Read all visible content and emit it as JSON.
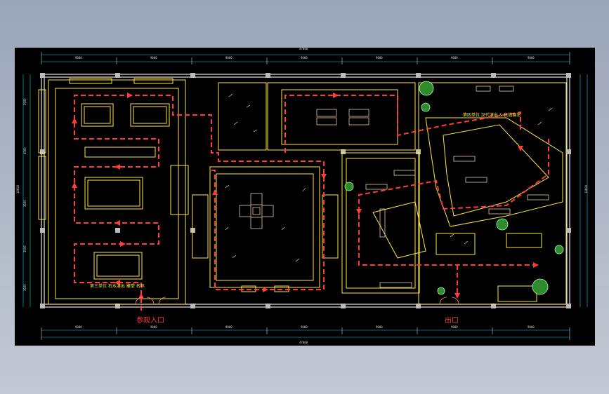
{
  "drawing": {
    "entrance_label": "参观入口",
    "exit_label": "出口",
    "zone_label_left": "第三单位 石水演出 雕塑 名称",
    "zone_label_right": "第四单位 汉代演出 & 民俗展览",
    "dim_overall": "47000",
    "dim_segments": [
      "9000",
      "9000",
      "9000",
      "9000",
      "9000",
      "9000",
      "9000"
    ],
    "dim_side": "18600",
    "dim_side_segments": [
      "3600",
      "4500",
      "3600",
      "3600",
      "3600"
    ]
  },
  "colors": {
    "wall": "#e6e6e6",
    "yellow": "#ffe640",
    "route": "#ff3b3b",
    "dim": "#00d8e6",
    "plant": "#2e8b2e"
  }
}
